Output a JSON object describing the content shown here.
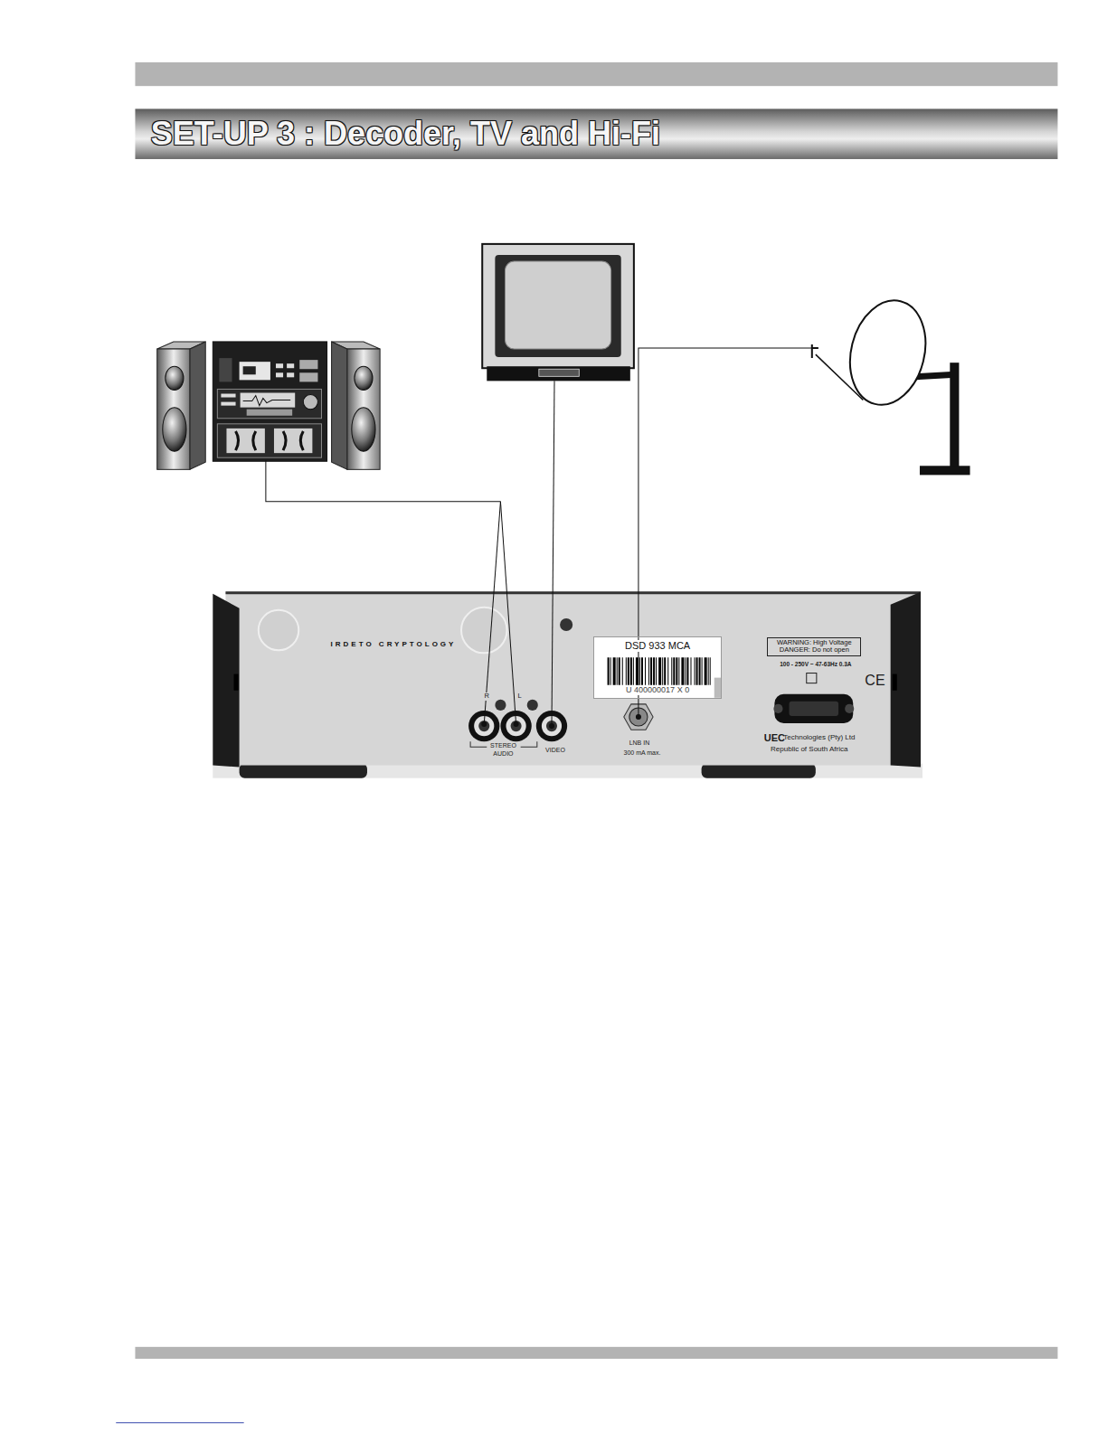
{
  "diagram": {
    "title": "SET-UP 3 : Decoder, TV and Hi-Fi",
    "nodes": [
      {
        "text": [
          "IRDETO CRYPTOLOGY"
        ]
      },
      {
        "text": [
          "DSD 933 MCA",
          "U 400000017 X 0"
        ],
        "in": 0
      },
      {
        "text": [
          "WARNING: High Voltage DANGER: Do not open"
        ],
        "in": 0
      }
    ],
    "labels": [
      "R",
      "L",
      "STEREO",
      "AUDIO",
      "VIDEO",
      "LNB IN",
      "300 mA max.",
      "100 - 250V ~ 47-63Hz 0.3A",
      "CE",
      "UEC",
      "Technologies (Pty) Ltd",
      "Republic of South Africa"
    ]
  }
}
